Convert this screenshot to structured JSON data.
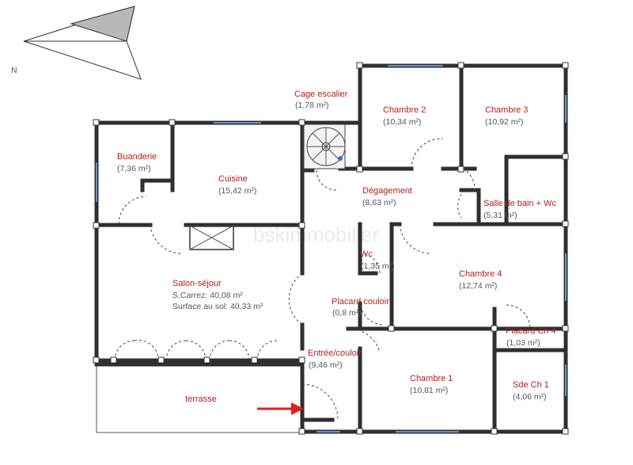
{
  "compass": {
    "label": "N"
  },
  "watermark": "bskimmobilier",
  "rooms": [
    {
      "id": "cage-escalier",
      "name": "Cage escalier",
      "area": "(1,78 m²)"
    },
    {
      "id": "chambre-2",
      "name": "Chambre 2",
      "area": "(10,34 m²)"
    },
    {
      "id": "chambre-3",
      "name": "Chambre 3",
      "area": "(10,92 m²)"
    },
    {
      "id": "buanderie",
      "name": "Buanderie",
      "area": "(7,36 m²)"
    },
    {
      "id": "cuisine",
      "name": "Cuisine",
      "area": "(15,42 m²)"
    },
    {
      "id": "degagement",
      "name": "Dégagement",
      "area": "(8,63 m²)"
    },
    {
      "id": "salle-de-bain",
      "name": "Salle de bain + Wc",
      "area": "(5,31 m²)"
    },
    {
      "id": "wc",
      "name": "Wc",
      "area": "(1,35 m²)"
    },
    {
      "id": "chambre-4",
      "name": "Chambre 4",
      "area": "(12,74 m²)"
    },
    {
      "id": "salon-sejour",
      "name": "Salon-séjour",
      "area": "S.Carrez: 40,08 m²",
      "area2": "Surface au sol: 40,33 m²"
    },
    {
      "id": "placard-couloir",
      "name": "Placard couloir",
      "area": "(0,8 m²)"
    },
    {
      "id": "placard-ch4",
      "name": "Placard Ch 4",
      "area": "(1,03 m²)"
    },
    {
      "id": "entree-couloir",
      "name": "Entrée/couloir",
      "area": "(9,46 m²)"
    },
    {
      "id": "chambre-1",
      "name": "Chambre 1",
      "area": "(10,81 m²)"
    },
    {
      "id": "sde-ch1",
      "name": "Sde Ch 1",
      "area": "(4,06 m²)"
    },
    {
      "id": "terrasse",
      "name": "terrasse"
    }
  ]
}
